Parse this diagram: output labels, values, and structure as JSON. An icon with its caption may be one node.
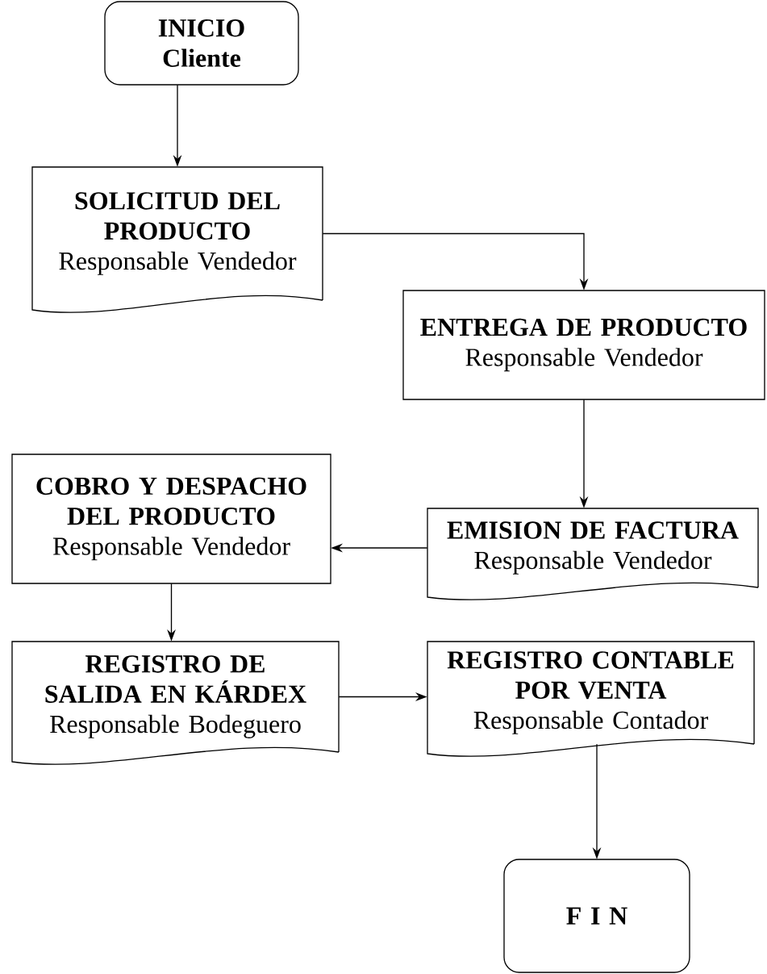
{
  "diagram": {
    "nodes": [
      {
        "text": [
          "INICIO",
          "Cliente"
        ]
      },
      {
        "text": [
          "SOLICITUD DEL PRODUCTO",
          "Responsable Vendedor"
        ]
      },
      {
        "text": [
          "ENTREGA DE PRODUCTO",
          "Responsable Vendedor"
        ]
      },
      {
        "text": [
          "EMISION DE FACTURA",
          "Responsable Vendedor"
        ]
      },
      {
        "text": [
          "COBRO Y DESPACHO DEL PRODUCTO",
          "Responsable Vendedor"
        ]
      },
      {
        "text": [
          "REGISTRO DE SALIDA EN KÁRDEX",
          "Responsable Bodeguero"
        ]
      },
      {
        "text": [
          "REGISTRO CONTABLE POR VENTA",
          "Responsable Contador"
        ]
      },
      {
        "text": [
          "F I N"
        ]
      }
    ],
    "edges": [
      {
        "from": 0,
        "to": 1,
        "arrow": "to"
      },
      {
        "from": 1,
        "to": 2,
        "arrow": "to"
      },
      {
        "from": 2,
        "to": 3,
        "arrow": "to"
      },
      {
        "from": 3,
        "to": 4,
        "arrow": "to"
      },
      {
        "from": 4,
        "to": 5,
        "arrow": "to"
      },
      {
        "from": 5,
        "to": 6,
        "arrow": "to"
      },
      {
        "from": 6,
        "to": 7,
        "arrow": "to"
      }
    ]
  }
}
